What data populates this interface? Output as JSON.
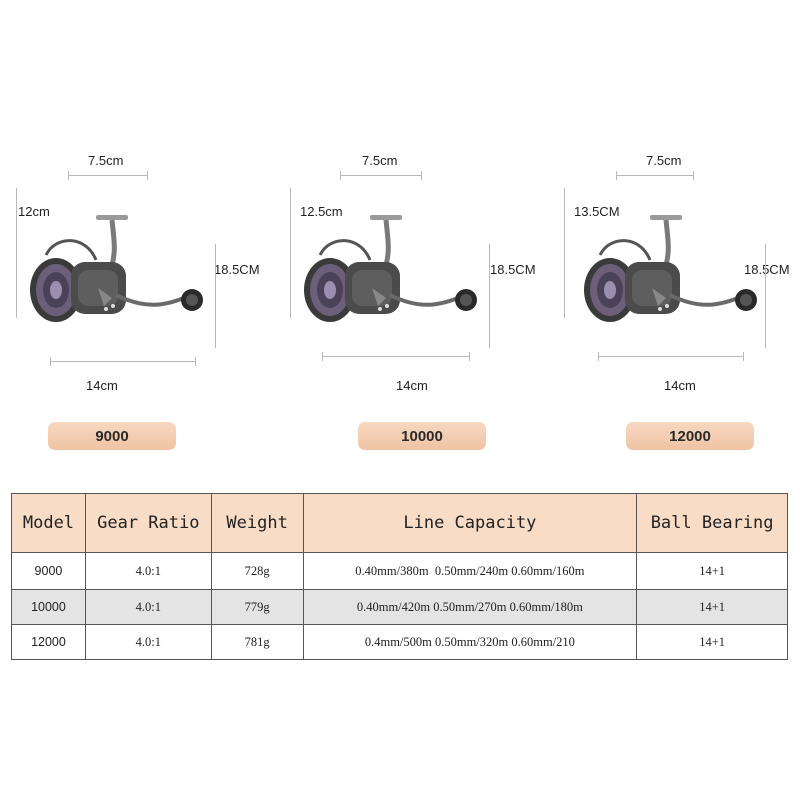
{
  "reels": [
    {
      "width_label": "7.5cm",
      "height_label": "12cm",
      "total_height_label": "18.5CM",
      "length_label": "14cm",
      "model": "9000"
    },
    {
      "width_label": "7.5cm",
      "height_label": "12.5cm",
      "total_height_label": "18.5CM",
      "length_label": "14cm",
      "model": "10000"
    },
    {
      "width_label": "7.5cm",
      "height_label": "13.5CM",
      "total_height_label": "18.5CM",
      "length_label": "14cm",
      "model": "12000"
    }
  ],
  "table": {
    "headers": [
      "Model",
      "Gear Ratio",
      "Weight",
      "Line Capacity",
      "Ball Bearing"
    ],
    "rows": [
      [
        "9000",
        "4.0:1",
        "728g",
        "0.40mm/380m  0.50mm/240m 0.60mm/160m",
        "14+1"
      ],
      [
        "10000",
        "4.0:1",
        "779g",
        "0.40mm/420m 0.50mm/270m 0.60mm/180m",
        "14+1"
      ],
      [
        "12000",
        "4.0:1",
        "781g",
        "0.4mm/500m 0.50mm/320m 0.60mm/210",
        "14+1"
      ]
    ]
  },
  "colors": {
    "pill": "#f3cbb0",
    "header_bg": "#f8dcc6",
    "shaded_row": "#e4e4e4"
  }
}
